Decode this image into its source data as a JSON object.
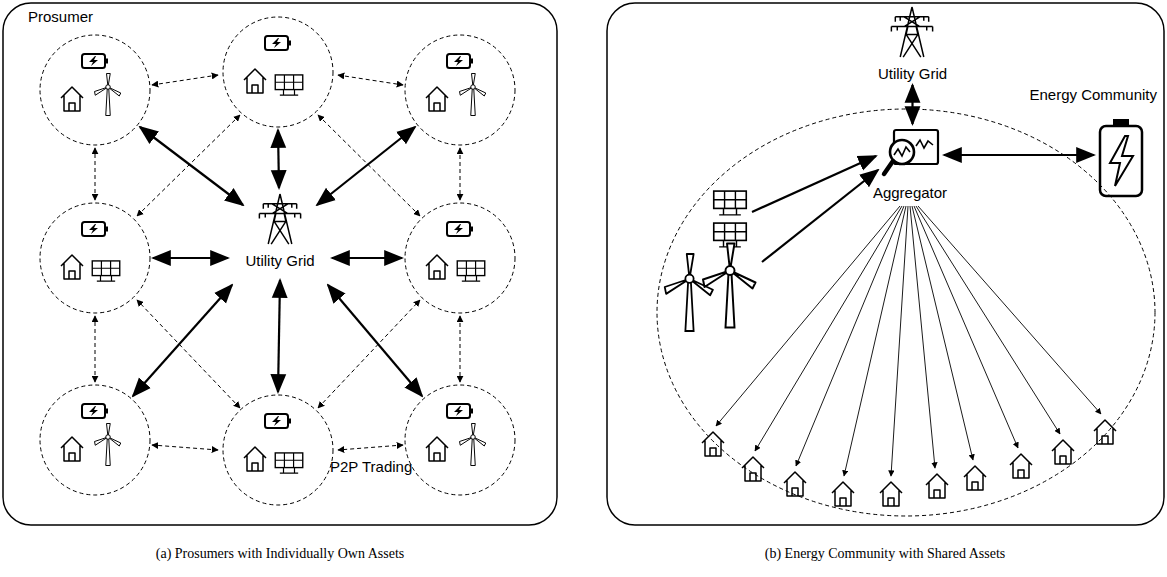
{
  "diagram": {
    "nodes": [
      {
        "text": [
          "Utility Grid"
        ]
      },
      {
        "text": [
          "Utility Grid"
        ]
      },
      {
        "text": [
          "Energy Community"
        ]
      },
      {
        "text": [
          "Aggregator"
        ],
        "in": 2
      }
    ],
    "edges": [
      {
        "from": 1,
        "to": 3,
        "arrow": "both"
      }
    ],
    "labels": [
      "Prosumer",
      "P2P Trading",
      "(a) Prosumers with Individually Own Assets",
      "(b) Energy Community with Shared Assets"
    ]
  }
}
